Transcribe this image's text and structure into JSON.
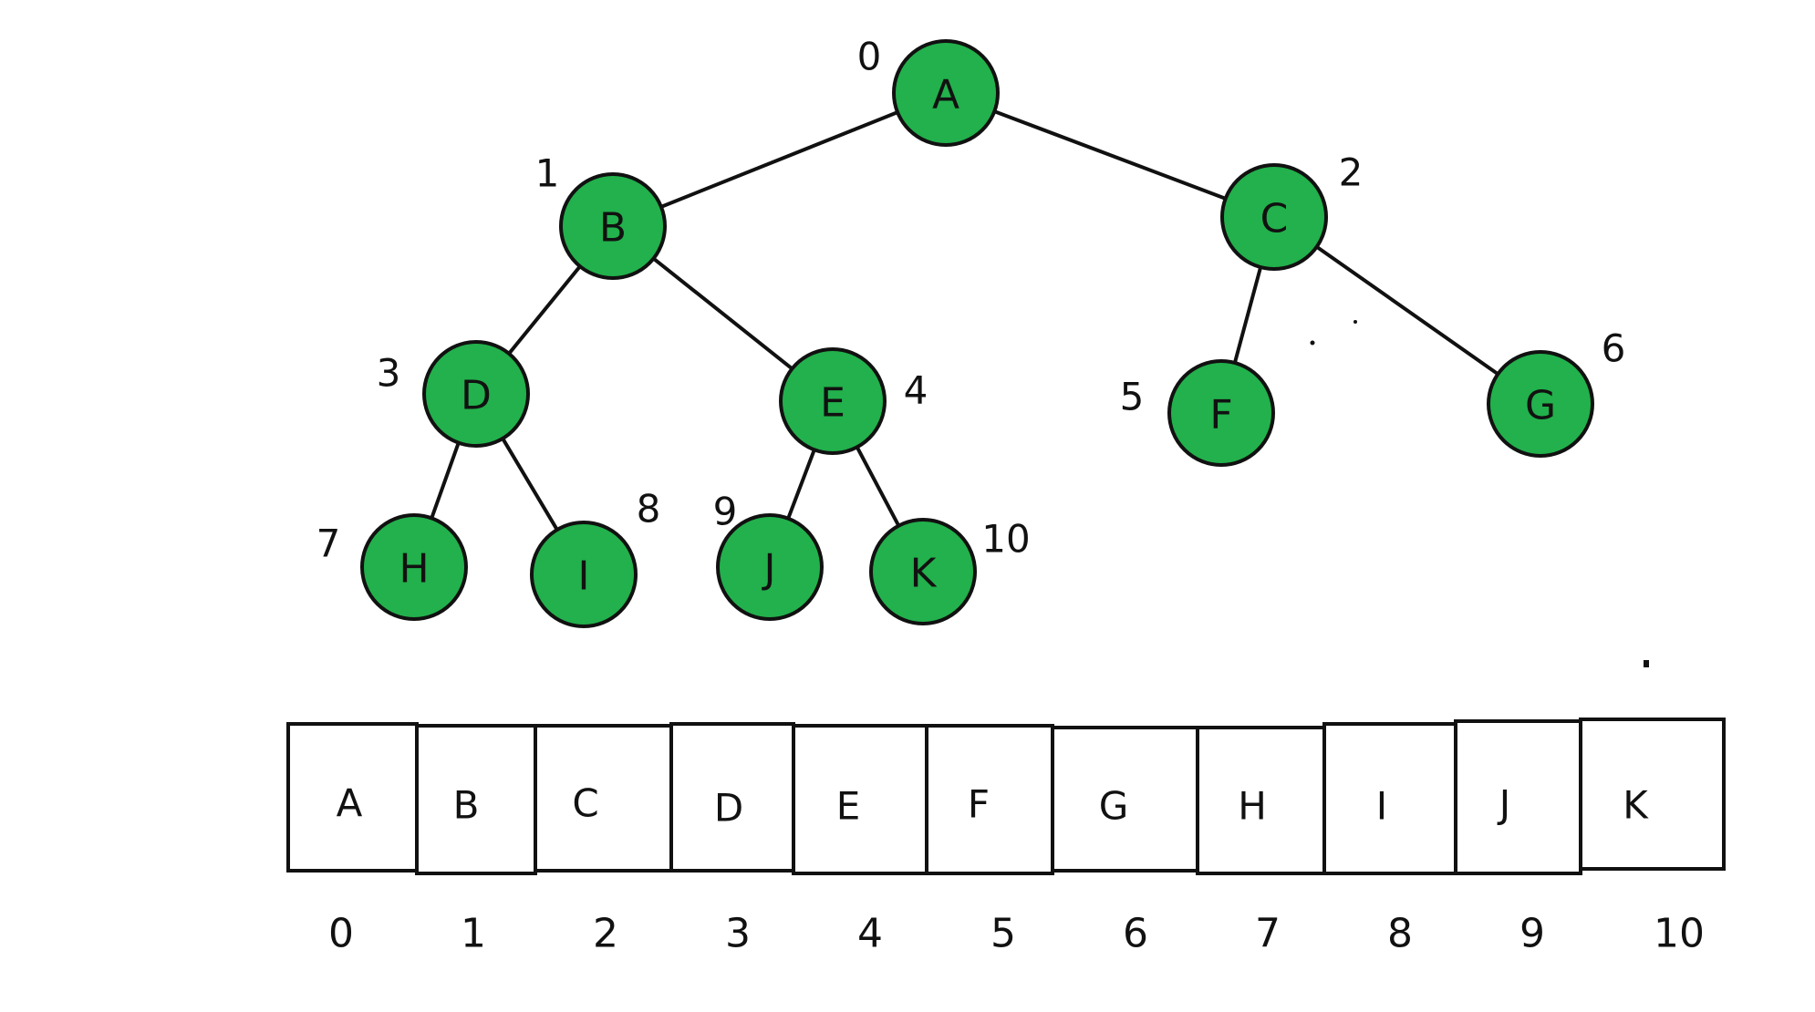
{
  "colors": {
    "node_fill": "#22b14c",
    "stroke": "#111111",
    "background": "#ffffff"
  },
  "tree": {
    "nodes": [
      {
        "id": "A",
        "label": "A",
        "index": "0"
      },
      {
        "id": "B",
        "label": "B",
        "index": "1"
      },
      {
        "id": "C",
        "label": "C",
        "index": "2"
      },
      {
        "id": "D",
        "label": "D",
        "index": "3"
      },
      {
        "id": "E",
        "label": "E",
        "index": "4"
      },
      {
        "id": "F",
        "label": "F",
        "index": "5"
      },
      {
        "id": "G",
        "label": "G",
        "index": "6"
      },
      {
        "id": "H",
        "label": "H",
        "index": "7"
      },
      {
        "id": "I",
        "label": "I",
        "index": "8"
      },
      {
        "id": "J",
        "label": "J",
        "index": "9"
      },
      {
        "id": "K",
        "label": "K",
        "index": "10"
      }
    ],
    "edges": [
      {
        "from": "A",
        "to": "B"
      },
      {
        "from": "A",
        "to": "C"
      },
      {
        "from": "B",
        "to": "D"
      },
      {
        "from": "B",
        "to": "E"
      },
      {
        "from": "C",
        "to": "F"
      },
      {
        "from": "C",
        "to": "G"
      },
      {
        "from": "D",
        "to": "H"
      },
      {
        "from": "D",
        "to": "I"
      },
      {
        "from": "E",
        "to": "J"
      },
      {
        "from": "E",
        "to": "K"
      }
    ]
  },
  "array": {
    "cells": [
      "A",
      "B",
      "C",
      "D",
      "E",
      "F",
      "G",
      "H",
      "I",
      "J",
      "K"
    ],
    "indices": [
      "0",
      "1",
      "2",
      "3",
      "4",
      "5",
      "6",
      "7",
      "8",
      "9",
      "10"
    ]
  }
}
